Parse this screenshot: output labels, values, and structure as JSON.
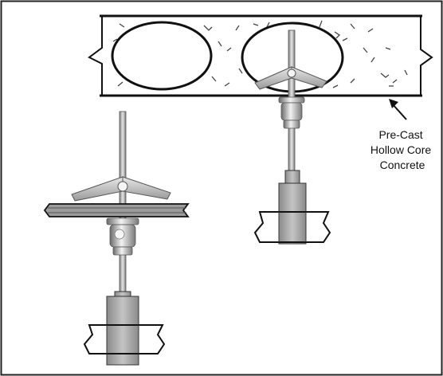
{
  "label": {
    "lines": [
      "Pre-Cast",
      "Hollow Core",
      "Concrete"
    ]
  },
  "colors": {
    "ink": "#111111",
    "metal_light": "#d9d9d9",
    "metal_mid": "#a8a8a8",
    "metal_dark": "#6f6f6f",
    "sleeve": "#9a9a9a",
    "sleeve_dark": "#7a7a7a",
    "ceiling": "#8f8f8f",
    "frame": "#222222"
  }
}
